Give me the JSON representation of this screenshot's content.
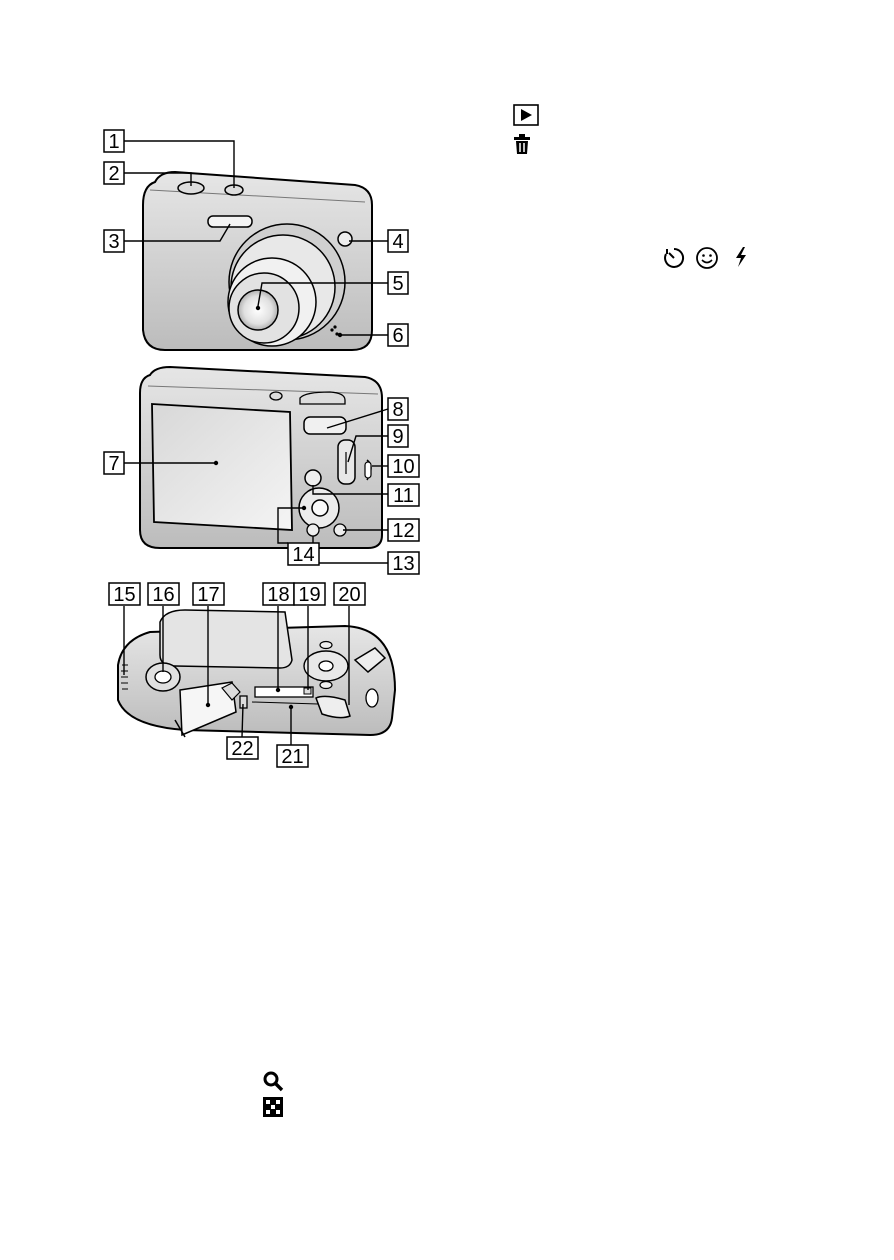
{
  "callouts": [
    "1",
    "2",
    "3",
    "4",
    "5",
    "6",
    "7",
    "8",
    "9",
    "10",
    "11",
    "12",
    "13",
    "14",
    "15",
    "16",
    "17",
    "18",
    "19",
    "20",
    "21",
    "22"
  ],
  "icons": {
    "playback": "playback-icon",
    "delete": "trash-icon",
    "self_timer": "self-timer-icon",
    "smile": "smile-icon",
    "flash": "flash-icon",
    "zoom_in": "magnifier-icon",
    "index": "index-grid-icon"
  }
}
